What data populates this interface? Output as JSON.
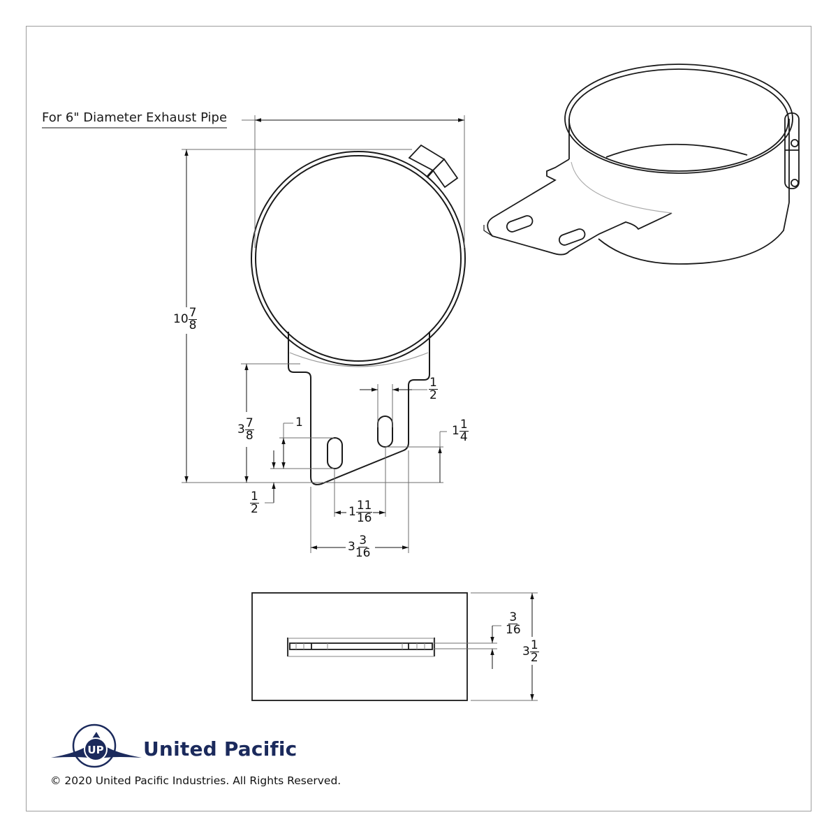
{
  "title": "For 6\" Diameter Exhaust Pipe",
  "brand": {
    "name": "United Pacific",
    "logo_icon": "united-pacific-logo-icon",
    "logo_monogram": "UP",
    "color": "#1b2a5c"
  },
  "copyright": "© 2020 United Pacific Industries. All Rights Reserved.",
  "views": {
    "front": "front-view-clamp-with-bracket",
    "isometric": "isometric-view-clamp",
    "bottom": "bottom-view-bracket"
  },
  "dimensions": {
    "overall_height": {
      "whole": "10",
      "num": "7",
      "den": "8"
    },
    "bracket_height": {
      "whole": "3",
      "num": "7",
      "den": "8"
    },
    "slot_length": {
      "whole": "1",
      "num": "",
      "den": ""
    },
    "slot_offset_bottom": {
      "whole": "",
      "num": "1",
      "den": "2"
    },
    "slot_width": {
      "whole": "",
      "num": "1",
      "den": "2"
    },
    "right_slot_offset": {
      "whole": "1",
      "num": "1",
      "den": "4"
    },
    "slot_spacing": {
      "whole": "1",
      "num": "11",
      "den": "16"
    },
    "bracket_width": {
      "whole": "3",
      "num": "3",
      "den": "16"
    },
    "thickness": {
      "whole": "",
      "num": "3",
      "den": "16"
    },
    "clamp_width": {
      "whole": "3",
      "num": "1",
      "den": "2"
    }
  },
  "colors": {
    "line": "#1a1a1a",
    "dim_line": "#6e6e6e",
    "frame": "#9e9e9e"
  }
}
